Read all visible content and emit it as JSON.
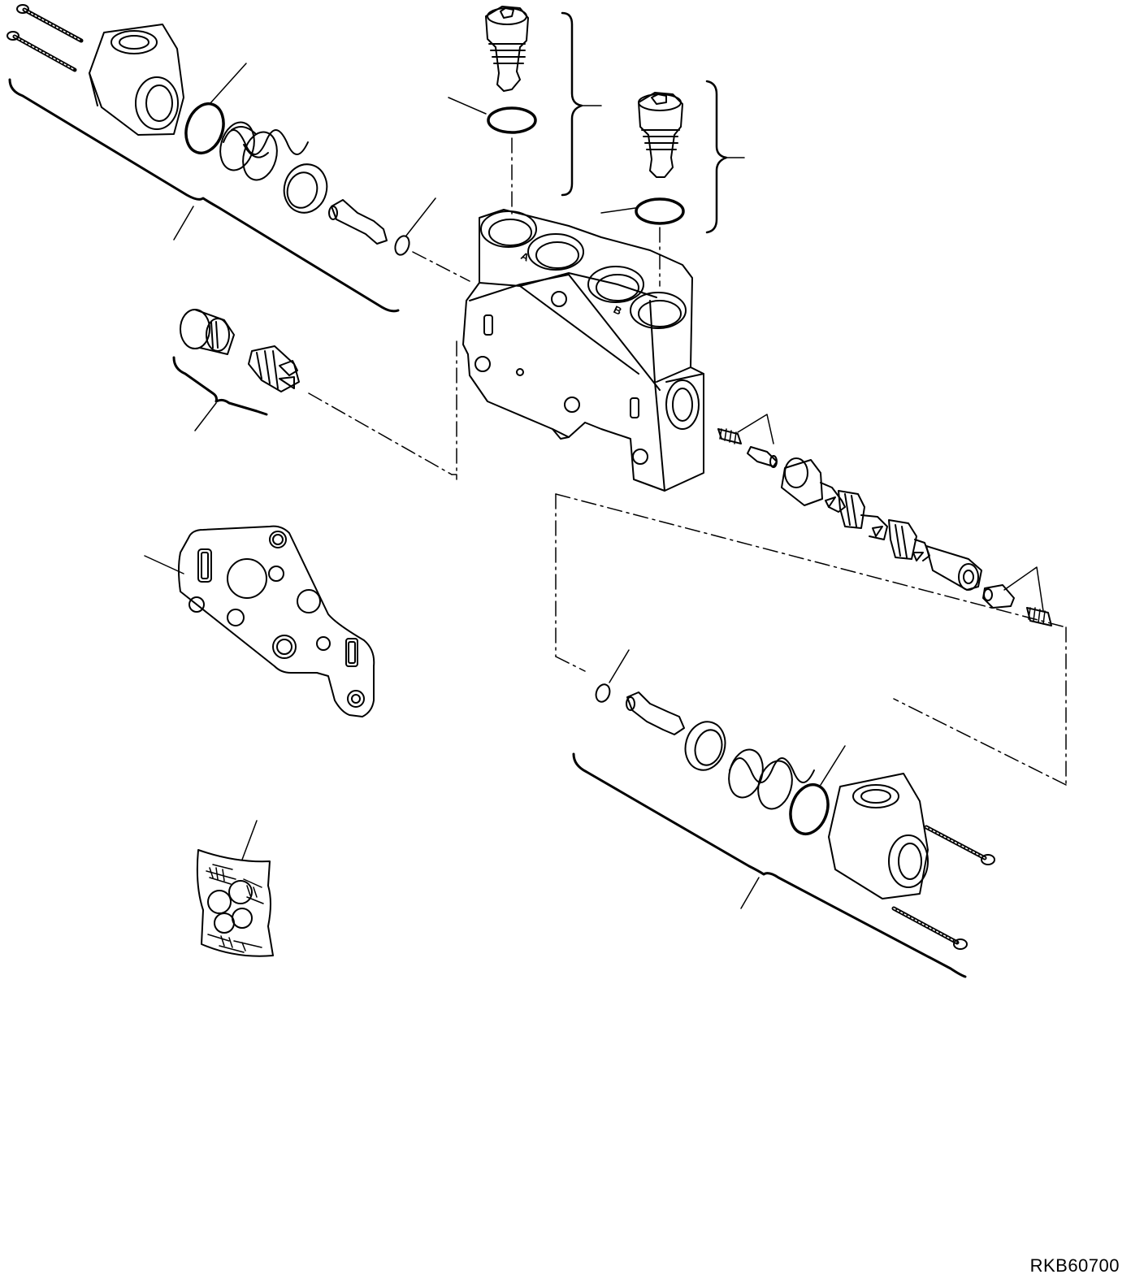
{
  "drawing": {
    "code": "RKB60700",
    "port_labels": [
      "A",
      "B"
    ]
  },
  "colors": {
    "ink": "#000000",
    "paper": "#ffffff"
  }
}
